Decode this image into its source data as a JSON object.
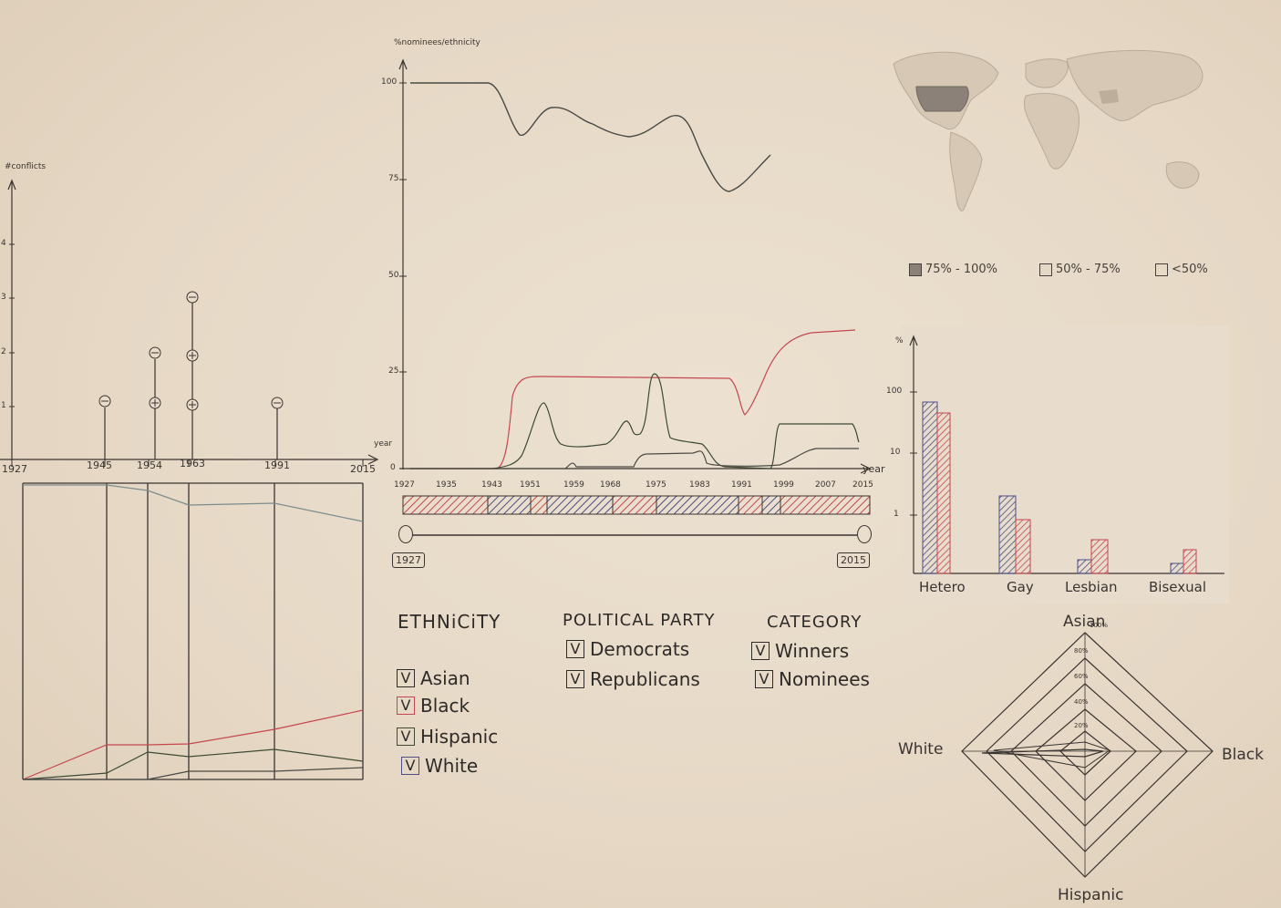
{
  "colors": {
    "pencil": "#3a3430",
    "asian": "#4b4d86",
    "black": "#c4474f",
    "hispanic": "#3d4a35",
    "white": "#7d8c8d",
    "democrats": "#4b4d86",
    "republicans": "#c4474f",
    "map_dark": "#8b8178",
    "map_light": "#cfc1ae"
  },
  "conflicts": {
    "ylabel": "#conflicts",
    "xlabel": "year",
    "yticks": [
      "1",
      "2",
      "3",
      "4"
    ],
    "years": [
      "1927",
      "1945",
      "1954",
      "1963",
      "1991",
      "2015"
    ]
  },
  "parallel_lines": {
    "years": [
      "1927",
      "1945",
      "1954",
      "1963",
      "1991",
      "2015"
    ]
  },
  "main_chart": {
    "ylabel": "%nominees/ethnicity",
    "xlabel": "year",
    "yticks": [
      "0",
      "25",
      "50",
      "75",
      "100"
    ],
    "xticks": [
      "1927",
      "1935",
      "1943",
      "1951",
      "1959",
      "1968",
      "1975",
      "1983",
      "1991",
      "1999",
      "2007",
      "2015"
    ]
  },
  "timeline_slider": {
    "start_label": "1927",
    "end_label": "2015"
  },
  "world_map": {
    "legend": [
      {
        "label": "75% - 100%"
      },
      {
        "label": "50% - 75%"
      },
      {
        "label": "<50%"
      }
    ]
  },
  "bar_chart": {
    "ylabel": "%",
    "yticks": [
      "1",
      "10",
      "100"
    ],
    "categories": [
      "Hetero",
      "Gay",
      "Lesbian",
      "Bisexual"
    ]
  },
  "radar": {
    "axes": [
      "Asian",
      "Black",
      "Hispanic",
      "White"
    ],
    "rings": [
      "20%",
      "40%",
      "60%",
      "80%",
      "100%"
    ]
  },
  "filters": {
    "ethnicity": {
      "title": "ETHNiCiTY",
      "items": [
        {
          "label": "Asian",
          "checked": true
        },
        {
          "label": "Black",
          "checked": true
        },
        {
          "label": "Hispanic",
          "checked": true
        },
        {
          "label": "White",
          "checked": true
        }
      ]
    },
    "political_party": {
      "title": "POLITICAL PARTY",
      "items": [
        {
          "label": "Democrats",
          "checked": true
        },
        {
          "label": "Republicans",
          "checked": true
        }
      ]
    },
    "category": {
      "title": "CATEGORY",
      "items": [
        {
          "label": "Winners",
          "checked": true
        },
        {
          "label": "Nominees",
          "checked": true
        }
      ]
    },
    "check_glyph": "V"
  }
}
